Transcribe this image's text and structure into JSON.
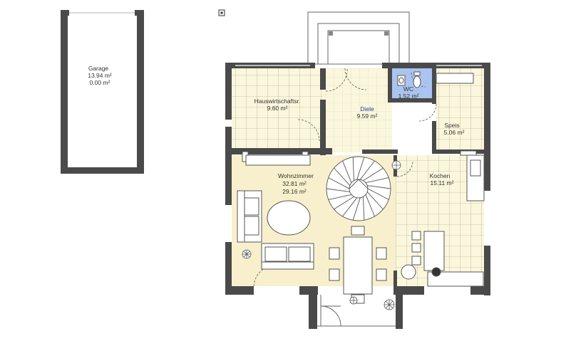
{
  "rooms": {
    "garage": {
      "name": "Garage",
      "area1": "13.94 m²",
      "area2": "0.00 m²"
    },
    "hauswirtschaft": {
      "name": "Hauswirtschaftsr.",
      "area": "9.60 m²"
    },
    "diele": {
      "name": "Diele",
      "area": "9.59 m²"
    },
    "wc": {
      "name": "WC",
      "area": "1.52 m²"
    },
    "speis": {
      "name": "Speis",
      "area": "5.06 m²"
    },
    "kuechen": {
      "name": "Kochen",
      "area": "15.11 m²"
    },
    "wohnzimmer": {
      "name": "Wohnzimmer",
      "area1": "32.81 m²",
      "area2": "29.16 m²"
    }
  },
  "colors": {
    "wall": "#4a4a4a",
    "tile_floor": "#fbf7dc",
    "tile_line": "#9a9a8a",
    "living_floor": "#f8f0cc",
    "wc_floor": "#aac4ef",
    "furniture_fill": "#ffffff",
    "furniture_stroke": "#555555"
  },
  "icons": [
    "north-marker-icon",
    "door-swing-icon",
    "staircase-icon",
    "toilet-icon",
    "sink-icon",
    "plant-icon"
  ]
}
